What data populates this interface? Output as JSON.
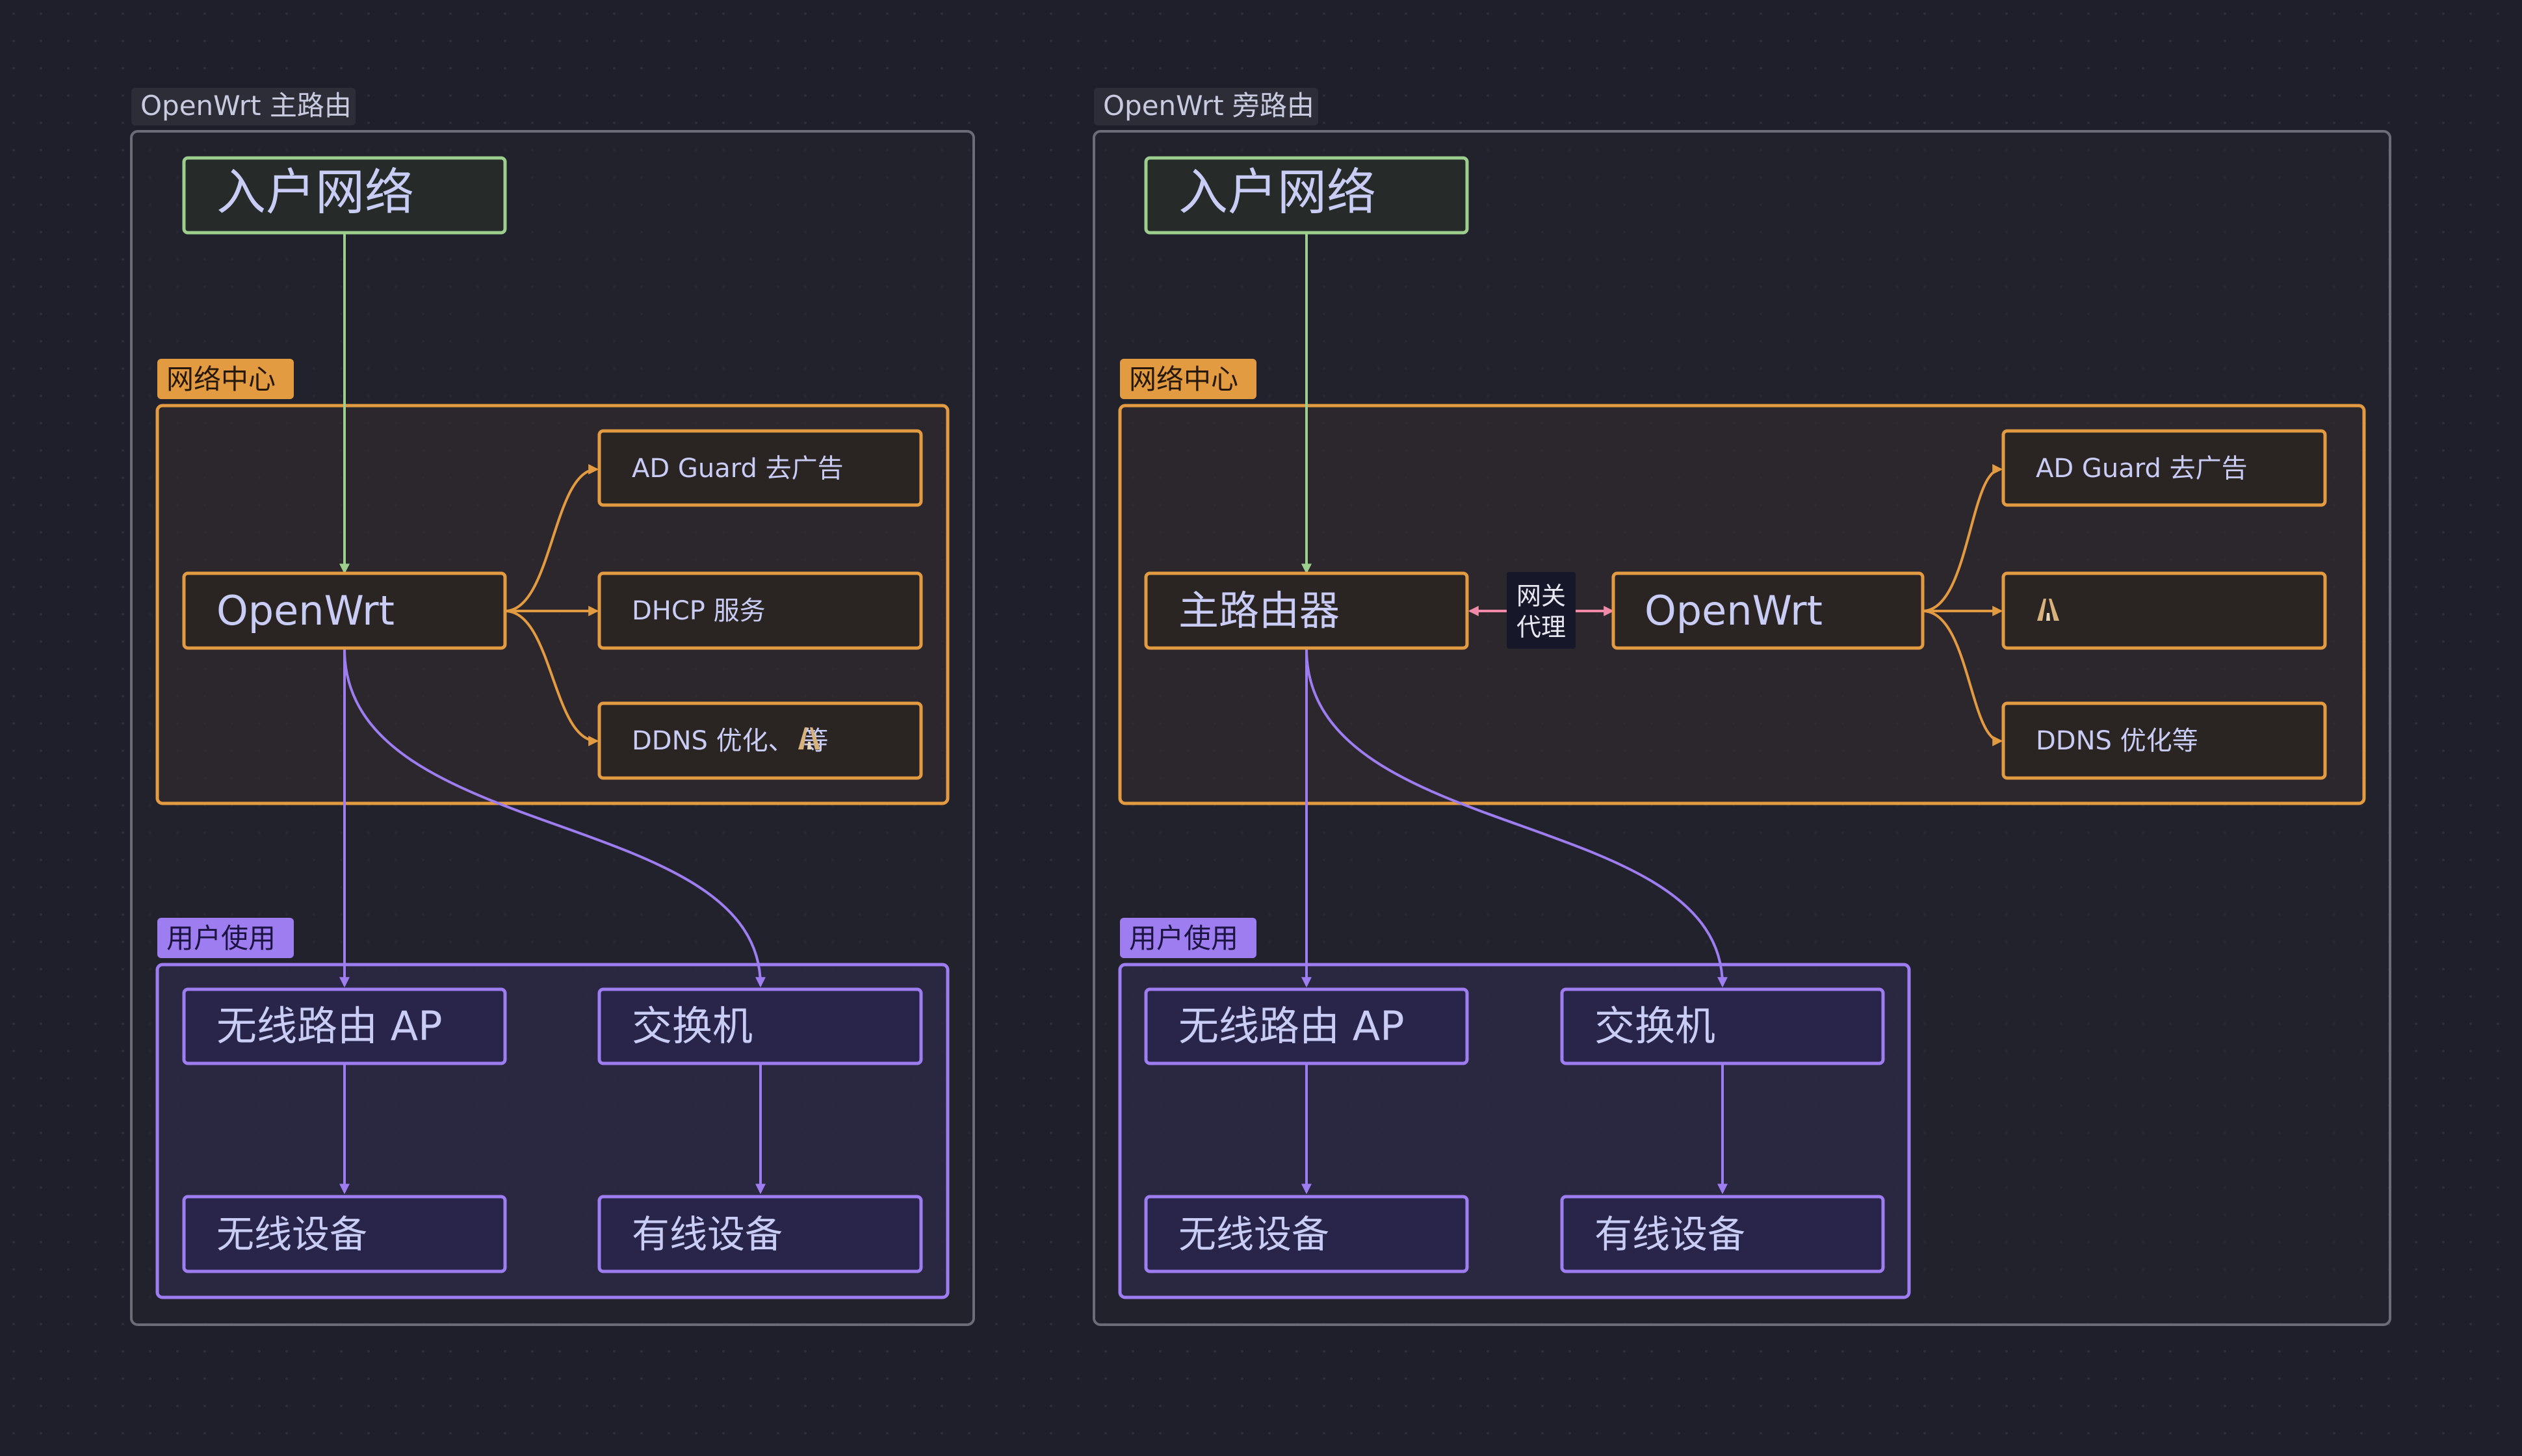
{
  "colors": {
    "background": "#1f1f2b",
    "outer_border": "#6c6c78",
    "outer_label_bg": "#2d2d38",
    "outer_label_text": "#c8cbe0",
    "green": "#9ccf8e",
    "orange": "#e39b42",
    "purple": "#9d7df0",
    "pink": "#f08aa8",
    "node_text": "#c9cdf5",
    "gateway_bg": "#17172a"
  },
  "left": {
    "frame_label": "OpenWrt 主路由",
    "internet": "入户网络",
    "network_center_label": "网络中心",
    "openwrt": "OpenWrt",
    "services": [
      "AD Guard 去广告",
      "DHCP 服务",
      "DDNS 优化、 等"
    ],
    "user_area_label": "用户使用",
    "wireless_ap": "无线路由 AP",
    "switch": "交换机",
    "wireless_devices": "无线设备",
    "wired_devices": "有线设备"
  },
  "right": {
    "frame_label": "OpenWrt 旁路由",
    "internet": "入户网络",
    "network_center_label": "网络中心",
    "main_router": "主路由器",
    "gateway_proxy": [
      "网关",
      "代理"
    ],
    "openwrt": "OpenWrt",
    "services": [
      "AD Guard 去广告",
      "",
      "DDNS 优化等"
    ],
    "user_area_label": "用户使用",
    "wireless_ap": "无线路由 AP",
    "switch": "交换机",
    "wireless_devices": "无线设备",
    "wired_devices": "有线设备"
  },
  "icons": {
    "proxy_glyph": "road-icon"
  }
}
